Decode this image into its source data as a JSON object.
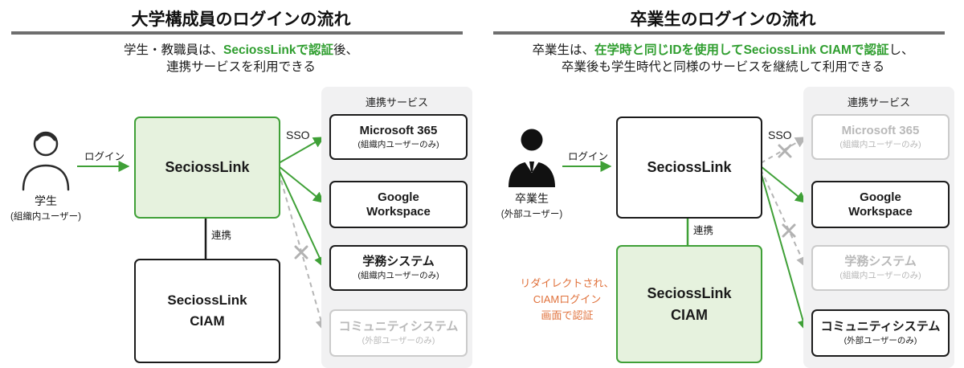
{
  "palette": {
    "green": "#3fa037",
    "light_green": "#e6f2de",
    "orange": "#e0713b",
    "inactive_gray": "#b9b9b9",
    "rule_gray": "#6e6e6e",
    "panel_gray": "#f1f1f2"
  },
  "left": {
    "title": "大学構成員のログインの流れ",
    "desc_line1_pre": "学生・教職員は、",
    "desc_line1_highlight": "SeciossLinkで認証",
    "desc_line1_post": "後、",
    "desc_line2": "連携サービスを利用できる",
    "actor_label": "学生",
    "actor_sublabel": "(組織内ユーザー)",
    "login_label": "ログイン",
    "idp_box": "SeciossLink",
    "link_label": "連携",
    "ciam_box": "SeciossLink\nCIAM",
    "sso_label": "SSO",
    "services_title": "連携サービス",
    "services": [
      {
        "name": "Microsoft 365",
        "sub": "(組織内ユーザーのみ)",
        "active": true
      },
      {
        "name": "Google\nWorkspace",
        "sub": "",
        "active": true
      },
      {
        "name": "学務システム",
        "sub": "(組織内ユーザーのみ)",
        "active": true
      },
      {
        "name": "コミュニティシステム",
        "sub": "(外部ユーザーのみ)",
        "active": false
      }
    ]
  },
  "right": {
    "title": "卒業生のログインの流れ",
    "desc_line1_pre": "卒業生は、",
    "desc_line1_highlight": "在学時と同じIDを使用してSeciossLink CIAMで認証",
    "desc_line1_post": "し、",
    "desc_line2": "卒業後も学生時代と同様のサービスを継続して利用できる",
    "actor_label": "卒業生",
    "actor_sublabel": "(外部ユーザー)",
    "login_label": "ログイン",
    "idp_box": "SeciossLink",
    "link_label": "連携",
    "ciam_box": "SeciossLink\nCIAM",
    "redirect_note": "リダイレクトされ、\nCIAMログイン\n画面で認証",
    "sso_label": "SSO",
    "services_title": "連携サービス",
    "services": [
      {
        "name": "Microsoft 365",
        "sub": "(組織内ユーザーのみ)",
        "active": false
      },
      {
        "name": "Google\nWorkspace",
        "sub": "",
        "active": true
      },
      {
        "name": "学務システム",
        "sub": "(組織内ユーザーのみ)",
        "active": false
      },
      {
        "name": "コミュニティシステム",
        "sub": "(外部ユーザーのみ)",
        "active": true
      }
    ]
  }
}
